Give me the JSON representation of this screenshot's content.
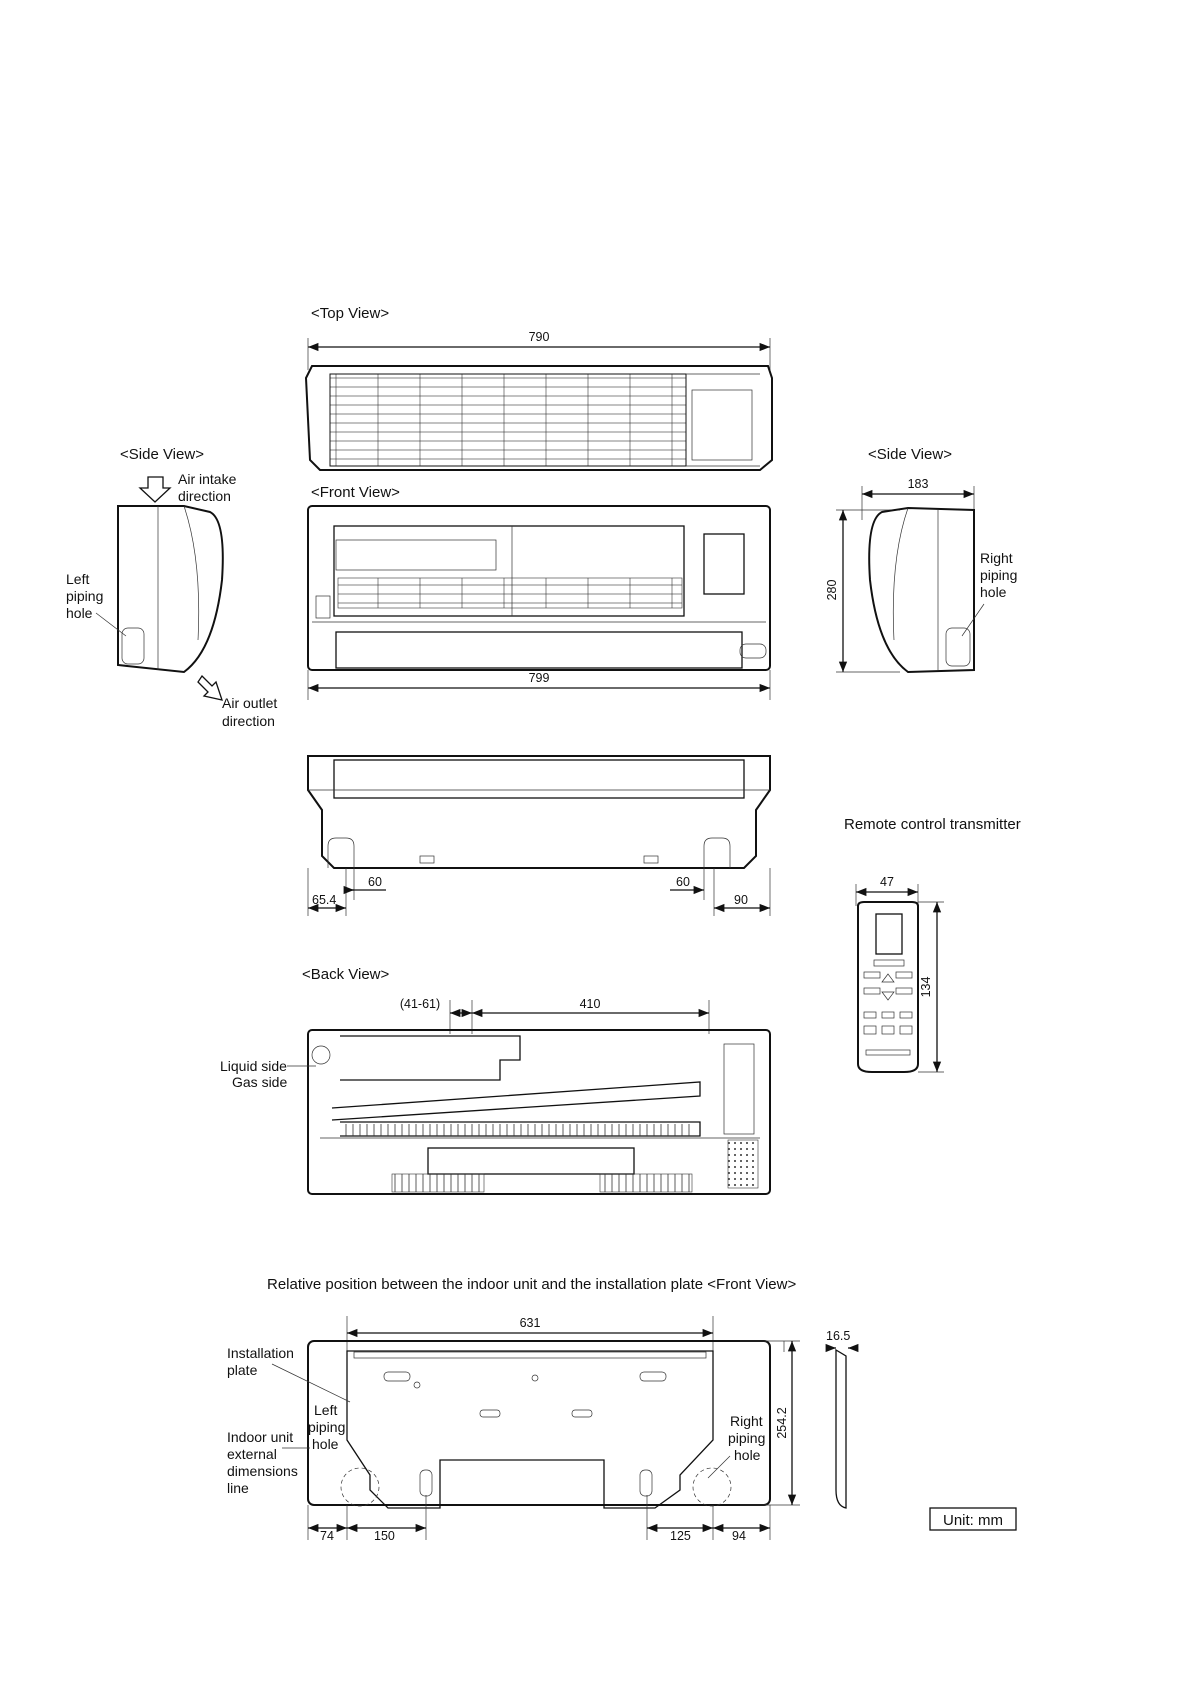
{
  "views": {
    "top_view": "<Top View>",
    "front_view": "<Front View>",
    "side_view_left": "<Side View>",
    "side_view_right": "<Side View>",
    "back_view": "<Back View>"
  },
  "side_left": {
    "air_intake": [
      "Air intake",
      "direction"
    ],
    "left_piping": [
      "Left",
      "piping",
      "hole"
    ],
    "air_outlet": [
      "Air outlet",
      "direction"
    ]
  },
  "side_right": {
    "right_piping": [
      "Right",
      "piping",
      "hole"
    ]
  },
  "dimensions": {
    "top_width": "790",
    "front_width": "799",
    "side_depth": "183",
    "side_height": "280",
    "bottom_left_edge": "65.4",
    "bottom_left_hole": "60",
    "bottom_right_hole": "60",
    "bottom_right_edge": "90",
    "back_range": "(41-61)",
    "back_span": "410",
    "remote_width": "47",
    "remote_height": "134",
    "plate_width": "631",
    "plate_depth": "16.5",
    "plate_height": "254.2",
    "plate_left_edge": "74",
    "plate_left_hole": "150",
    "plate_right_hole": "125",
    "plate_right_edge": "94"
  },
  "remote": {
    "title": "Remote control transmitter"
  },
  "back": {
    "liquid_side": "Liquid side",
    "gas_side": "Gas side"
  },
  "plate": {
    "title": "Relative position between the indoor unit and the installation plate <Front View>",
    "installation_plate": [
      "Installation",
      "plate"
    ],
    "left_piping": [
      "Left",
      "piping",
      "hole"
    ],
    "indoor_unit": [
      "Indoor unit",
      "external",
      "dimensions",
      "line"
    ],
    "right_piping": [
      "Right",
      "piping",
      "hole"
    ]
  },
  "unit": "Unit: mm"
}
